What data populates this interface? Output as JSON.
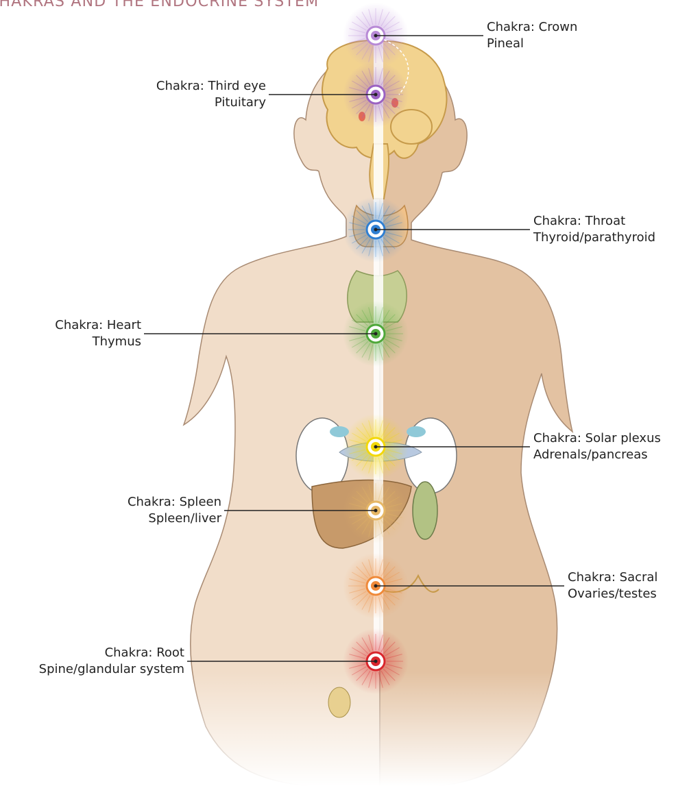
{
  "title": "CHAKRAS AND THE ENDOCRINE SYSTEM",
  "colors": {
    "skin_left": "#f1ddc9",
    "skin_right": "#e3c2a2",
    "crown": "#b88ad6",
    "third_eye": "#9b62c2",
    "throat": "#2f7fd2",
    "heart": "#4fa83a",
    "solar_plexus": "#f3d80a",
    "spleen": "#e6b765",
    "sacral": "#ef8a3a",
    "root": "#d9262c"
  },
  "chakras": [
    {
      "id": "crown",
      "chakra": "Chakra: Crown",
      "gland": "Pineal",
      "side": "right"
    },
    {
      "id": "third_eye",
      "chakra": "Chakra: Third eye",
      "gland": "Pituitary",
      "side": "left"
    },
    {
      "id": "throat",
      "chakra": "Chakra: Throat",
      "gland": "Thyroid/parathyroid",
      "side": "right"
    },
    {
      "id": "heart",
      "chakra": "Chakra: Heart",
      "gland": "Thymus",
      "side": "left"
    },
    {
      "id": "solar_plexus",
      "chakra": "Chakra: Solar plexus",
      "gland": "Adrenals/pancreas",
      "side": "right"
    },
    {
      "id": "spleen",
      "chakra": "Chakra: Spleen",
      "gland": "Spleen/liver",
      "side": "left"
    },
    {
      "id": "sacral",
      "chakra": "Chakra: Sacral",
      "gland": "Ovaries/testes",
      "side": "right"
    },
    {
      "id": "root",
      "chakra": "Chakra: Root",
      "gland": "Spine/glandular system",
      "side": "left"
    }
  ]
}
